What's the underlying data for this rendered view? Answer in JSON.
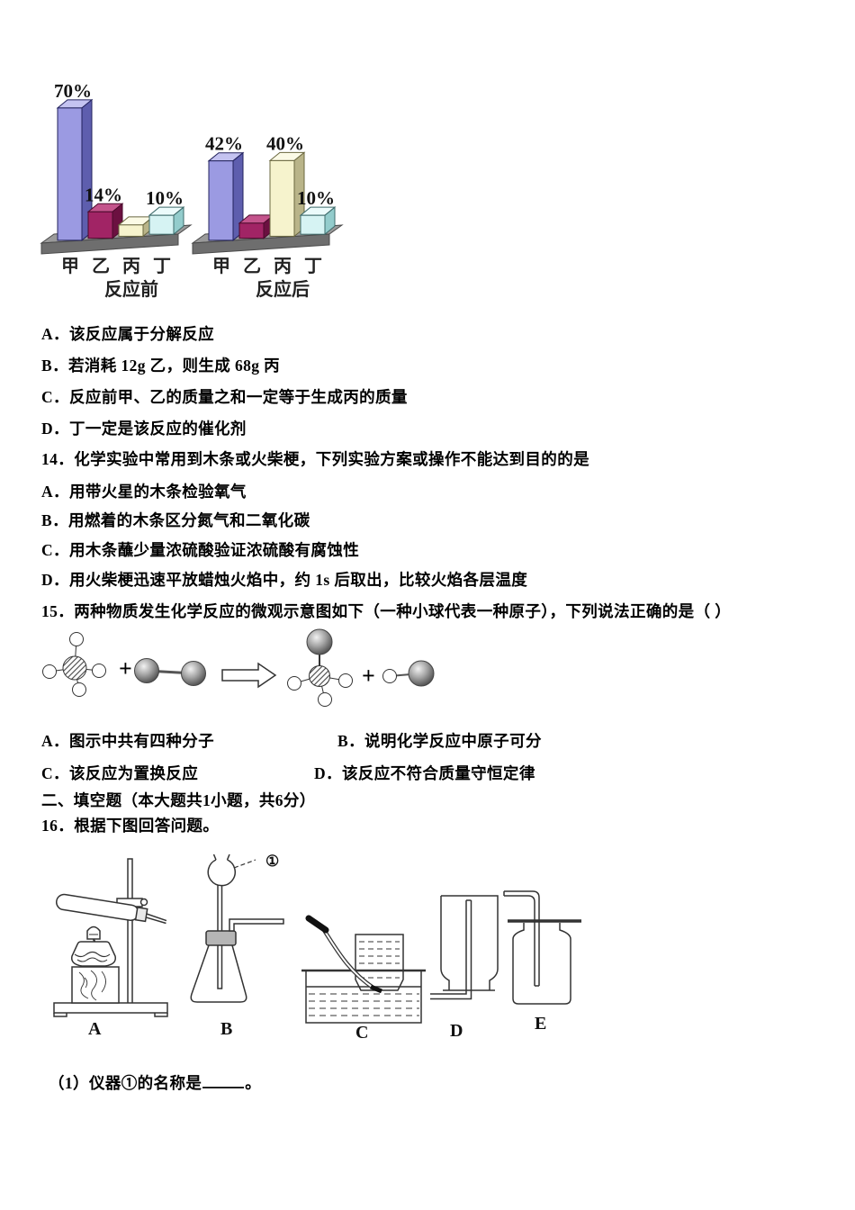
{
  "chart_data": {
    "type": "bar",
    "title": "反应前后各物质质量分数对比",
    "unit": "%",
    "ylim": [
      0,
      100
    ],
    "grid": false,
    "legend": "none",
    "groups": [
      {
        "label": "反应前",
        "categories": [
          "甲",
          "乙",
          "丙",
          "丁"
        ],
        "values": [
          70,
          14,
          6,
          10
        ],
        "value_labels": [
          "70%",
          "14%",
          "",
          "10%"
        ]
      },
      {
        "label": "反应后",
        "categories": [
          "甲",
          "乙",
          "丙",
          "丁"
        ],
        "values": [
          42,
          8,
          40,
          10
        ],
        "value_labels": [
          "42%",
          "",
          "40%",
          "10%"
        ]
      }
    ],
    "colors": {
      "甲": {
        "front": "#9b9ae2",
        "top": "#c4c3f1",
        "side": "#5e5eae",
        "stroke": "#23235e"
      },
      "乙": {
        "front": "#a12465",
        "top": "#c4548c",
        "side": "#6b1040",
        "stroke": "#4a0a2c"
      },
      "丙": {
        "front": "#f6f3cd",
        "top": "#fbfae6",
        "side": "#b9b489",
        "stroke": "#6b6840"
      },
      "丁": {
        "front": "#d6f3f3",
        "top": "#ecfbfb",
        "side": "#93cccc",
        "stroke": "#3e6b6b"
      }
    },
    "platform": {
      "front": "#6e6e6e",
      "top": "#9a9a9a",
      "stroke": "#4a4a4a"
    }
  },
  "q13": {
    "options": [
      "A．该反应属于分解反应",
      "B．若消耗 12g 乙，则生成 68g 丙",
      "C．反应前甲、乙的质量之和一定等于生成丙的质量",
      "D．丁一定是该反应的催化剂"
    ]
  },
  "q14": {
    "stem": "14．化学实验中常用到木条或火柴梗，下列实验方案或操作不能达到目的的是",
    "options": [
      "A．用带火星的木条检验氧气",
      "B．用燃着的木条区分氮气和二氧化碳",
      "C．用木条蘸少量浓硫酸验证浓硫酸有腐蚀性",
      "D．用火柴梗迅速平放蜡烛火焰中，约 1s 后取出，比较火焰各层温度"
    ]
  },
  "q15": {
    "stem": "15．两种物质发生化学反应的微观示意图如下（一种小球代表一种原子），下列说法正确的是（ ）",
    "plus": "+",
    "options": [
      "A．图示中共有四种分子",
      "B．说明化学反应中原子可分",
      "C．该反应为置换反应",
      "D．该反应不符合质量守恒定律"
    ]
  },
  "section2": {
    "heading": "二、填空题（本大题共1小题，共6分）"
  },
  "q16": {
    "stem": "16．根据下图回答问题。",
    "instrument_callout": "①",
    "apparatus_labels": [
      "A",
      "B",
      "C",
      "D",
      "E"
    ],
    "sub1": {
      "prefix": "（1）仪器①的名称是",
      "suffix": "。"
    }
  }
}
